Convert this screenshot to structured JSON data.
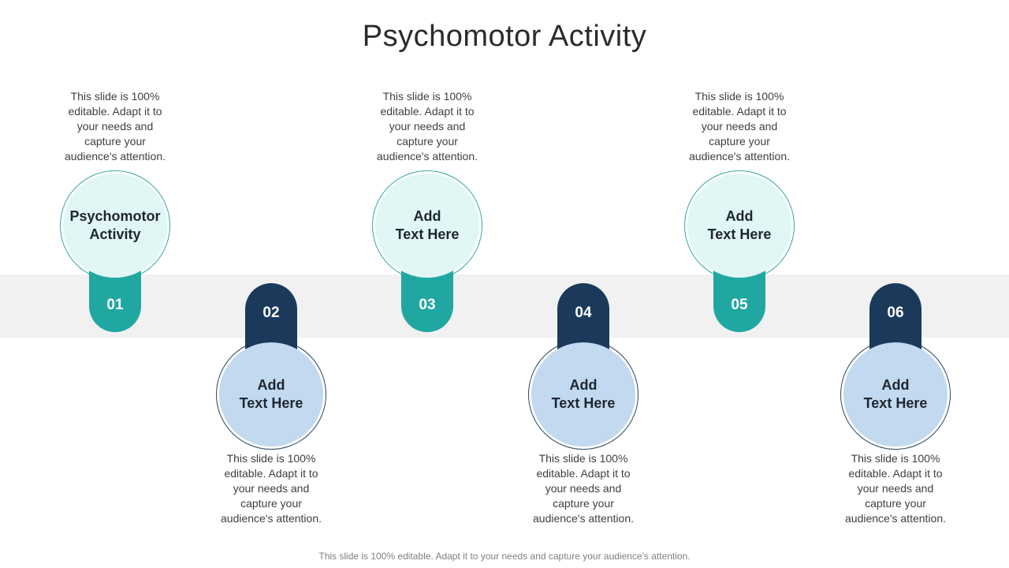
{
  "slide": {
    "title": "Psychomotor Activity",
    "footer": "This slide is 100% editable. Adapt it to your needs and capture your audience's attention."
  },
  "steps": [
    {
      "number": "01",
      "label": "Psychomotor\nActivity",
      "description": "This slide is 100% editable. Adapt it to your needs and capture your audience's attention.",
      "position": "top",
      "accent": "teal"
    },
    {
      "number": "02",
      "label": "Add\nText Here",
      "description": "This slide is 100% editable. Adapt it to your needs and capture your audience's attention.",
      "position": "bottom",
      "accent": "navy"
    },
    {
      "number": "03",
      "label": "Add\nText Here",
      "description": "This slide is 100% editable. Adapt it to your needs and capture your audience's attention.",
      "position": "top",
      "accent": "teal"
    },
    {
      "number": "04",
      "label": "Add\nText Here",
      "description": "This slide is 100% editable. Adapt it to your needs and capture your audience's attention.",
      "position": "bottom",
      "accent": "navy"
    },
    {
      "number": "05",
      "label": "Add\nText Here",
      "description": "This slide is 100% editable. Adapt it to your needs and capture your audience's attention.",
      "position": "top",
      "accent": "teal"
    },
    {
      "number": "06",
      "label": "Add\nText Here",
      "description": "This slide is 100% editable. Adapt it to your needs and capture your audience's attention.",
      "position": "bottom",
      "accent": "navy"
    }
  ],
  "colors": {
    "teal": "#21a7a2",
    "navy": "#1b3a5b",
    "teal_ring": "#35a8a5",
    "navy_ring": "#2b4861",
    "cyan_fill": "#e0f7f5",
    "blue_fill": "#c2d9ef",
    "band": "#f1f1f2",
    "title_text": "#2b2b2b",
    "body_text": "#3f3f3f",
    "label_text": "#1e2630",
    "footer_text": "#7f7f7f"
  }
}
